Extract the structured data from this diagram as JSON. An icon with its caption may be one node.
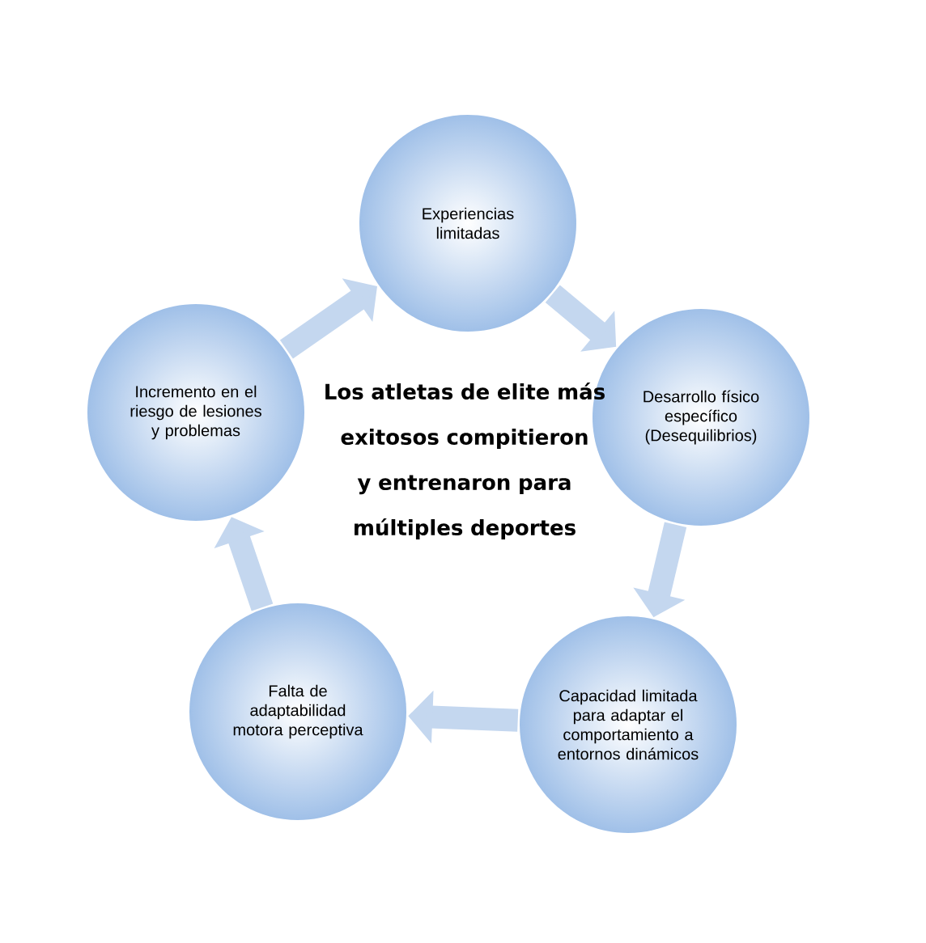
{
  "diagram": {
    "nodes": [
      {
        "text": [
          "Experiencias limitadas"
        ]
      },
      {
        "text": [
          "Desarrollo físico específico (Desequilibrios)"
        ]
      },
      {
        "text": [
          "Capacidad limitada para adaptar el comportamiento a entornos dinámicos"
        ]
      },
      {
        "text": [
          "Falta de adaptabilidad motora perceptiva"
        ]
      },
      {
        "text": [
          "Incremento en el riesgo de lesiones y problemas"
        ]
      }
    ],
    "edges": [
      {
        "from": 0,
        "to": 1,
        "arrow": "to"
      },
      {
        "from": 1,
        "to": 2,
        "arrow": "to"
      },
      {
        "from": 2,
        "to": 3,
        "arrow": "to"
      },
      {
        "from": 3,
        "to": 4,
        "arrow": "to"
      },
      {
        "from": 4,
        "to": 0,
        "arrow": "to"
      }
    ],
    "labels": [
      "Los atletas de elite más exitosos compitieron y entrenaron para múltiples deportes"
    ]
  }
}
